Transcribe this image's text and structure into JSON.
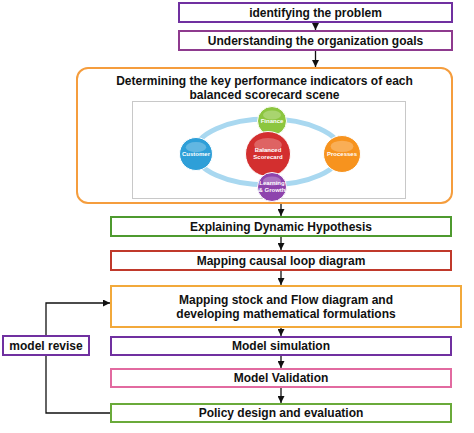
{
  "diagram": {
    "nodes": [
      {
        "text": [
          "identifying the problem"
        ]
      },
      {
        "text": [
          "Understanding the organization goals"
        ]
      },
      {
        "text": [
          "Determining the key performance indicators of each balanced scorecard scene"
        ]
      },
      {
        "text": [
          "Finance"
        ],
        "in": 2
      },
      {
        "text": [
          "Customer"
        ],
        "in": 2
      },
      {
        "text": [
          "Balanced Scorecard"
        ],
        "in": 2
      },
      {
        "text": [
          "Processes"
        ],
        "in": 2
      },
      {
        "text": [
          "Learning & Growth"
        ],
        "in": 2
      },
      {
        "text": [
          "Explaining Dynamic Hypothesis"
        ]
      },
      {
        "text": [
          "Mapping causal loop diagram"
        ]
      },
      {
        "text": [
          "Mapping stock and Flow diagram and developing mathematical formulations"
        ]
      },
      {
        "text": [
          "model revise"
        ]
      },
      {
        "text": [
          "Model simulation"
        ]
      },
      {
        "text": [
          "Model Validation"
        ]
      },
      {
        "text": [
          "Policy design and evaluation"
        ]
      }
    ],
    "edges": [
      {
        "from": 0,
        "to": 1,
        "arrow": "to"
      },
      {
        "from": 1,
        "to": 2,
        "arrow": "to"
      },
      {
        "from": 2,
        "to": 8,
        "arrow": "to"
      },
      {
        "from": 8,
        "to": 9,
        "arrow": "to"
      },
      {
        "from": 9,
        "to": 10,
        "arrow": "to"
      },
      {
        "from": 10,
        "to": 12,
        "arrow": "to"
      },
      {
        "from": 12,
        "to": 13,
        "arrow": "to"
      },
      {
        "from": 13,
        "to": 14,
        "arrow": "to"
      },
      {
        "from": 14,
        "to": 11,
        "arrow": "none"
      },
      {
        "from": 11,
        "to": 10,
        "arrow": "to"
      }
    ]
  }
}
